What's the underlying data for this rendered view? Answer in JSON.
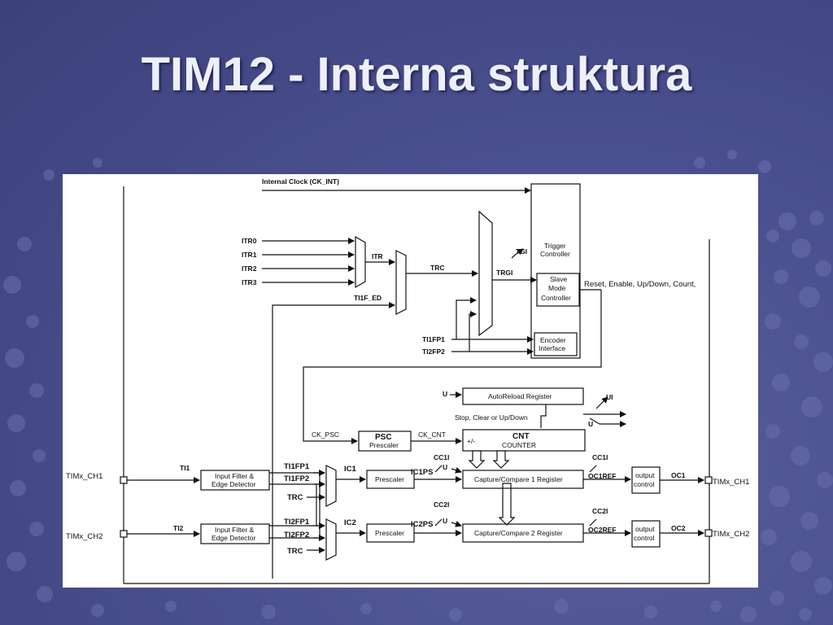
{
  "slide": {
    "title": "TIM12 - Interna struktura"
  },
  "theme": {
    "background": "#4b5090",
    "title_color": "#eef0f8",
    "panel": "#ffffff",
    "ink": "#111111"
  },
  "diagram": {
    "internal_clock": "Internal Clock (CK_INT)",
    "itr0": "ITR0",
    "itr1": "ITR1",
    "itr2": "ITR2",
    "itr3": "ITR3",
    "itr": "ITR",
    "ti1f_ed": "TI1F_ED",
    "trc": "TRC",
    "tgi": "TGI",
    "trgi": "TRGI",
    "ti1fp1": "TI1FP1",
    "ti2fp2": "TI2FP2",
    "trigger_controller_l1": "Trigger",
    "trigger_controller_l2": "Controller",
    "slave_l1": "Slave",
    "slave_l2": "Mode",
    "slave_l3": "Controller",
    "encoder_l1": "Encoder",
    "encoder_l2": "Interface",
    "reset_enable": "Reset, Enable, Up/Down, Count,",
    "u_autoreload": "U",
    "autoreload": "AutoReload Register",
    "ui": "UI",
    "stop_clear": "Stop, Clear or Up/Down",
    "u_right": "U",
    "ck_psc": "CK_PSC",
    "psc": "PSC",
    "psc_sub": "Prescaler",
    "ck_cnt": "CK_CNT",
    "plus_minus": "+/-",
    "cnt": "CNT",
    "counter": "COUNTER",
    "timx_ch1_in": "TIMx_CH1",
    "timx_ch2_in": "TIMx_CH2",
    "ti1": "TI1",
    "ti2": "TI2",
    "filter1_l1": "Input Filter &",
    "filter1_l2": "Edge Detector",
    "filter2_l1": "Input Filter &",
    "filter2_l2": "Edge Detector",
    "ch1_ti1fp1": "TI1FP1",
    "ch1_ti1fp2": "TI1FP2",
    "ch1_trc": "TRC",
    "ch2_ti2fp1": "TI2FP1",
    "ch2_ti2fp2": "TI2FP2",
    "ch2_trc": "TRC",
    "ic1": "IC1",
    "ic2": "IC2",
    "prescaler1": "Prescaler",
    "prescaler2": "Prescaler",
    "cc1i": "CC1I",
    "cc2i": "CC2I",
    "ic1ps": "IC1PS",
    "ic2ps": "IC2PS",
    "u_cc1": "U",
    "u_cc2": "U",
    "ccr1": "Capture/Compare 1 Register",
    "ccr2": "Capture/Compare 2 Register",
    "cc1i_out": "CC1I",
    "cc2i_out": "CC2I",
    "oc1ref": "OC1REF",
    "oc2ref": "OC2REF",
    "outctl1_l1": "output",
    "outctl1_l2": "control",
    "outctl2_l1": "output",
    "outctl2_l2": "control",
    "oc1": "OC1",
    "oc2": "OC2",
    "timx_ch1_out": "TIMx_CH1",
    "timx_ch2_out": "TIMx_CH2"
  }
}
